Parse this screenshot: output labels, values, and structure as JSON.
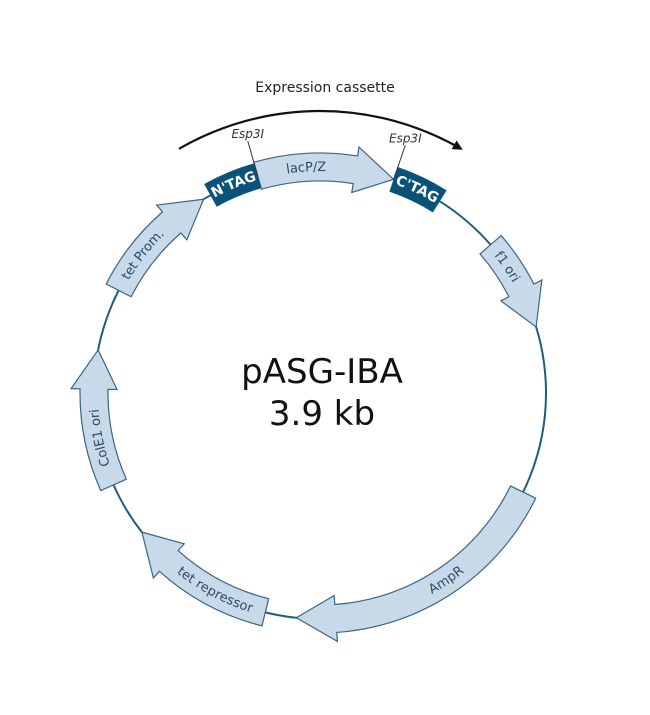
{
  "title": "pASG-IBA",
  "size": "3.9 kb",
  "cassette_label": "Expression cassette",
  "sites": [
    "Esp3I",
    "Esp3I"
  ],
  "tags": [
    "N'TAG",
    "C'TAG"
  ],
  "features": [
    "lacP/Z",
    "f1 ori",
    "AmpR",
    "tet repressor",
    "ColE1 ori",
    "tet Prom."
  ],
  "colors": {
    "backbone": "#1d5b82",
    "feature_fill": "#c8d9e9",
    "feature_stroke": "#3b6584",
    "tag_fill": "#0b5279"
  }
}
